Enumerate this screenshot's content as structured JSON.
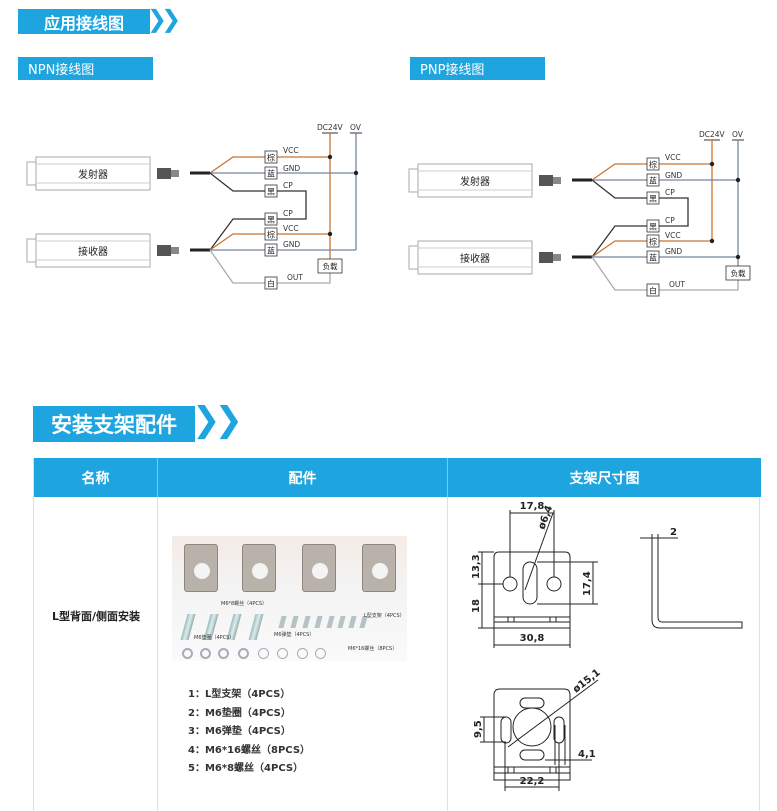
{
  "section1": {
    "title": "应用接线图"
  },
  "npn": {
    "title": "NPN接线图"
  },
  "pnp": {
    "title": "PNP接线图"
  },
  "diagram": {
    "emitter": "发射器",
    "receiver": "接收器",
    "dc24v": "DC24V",
    "ov": "OV",
    "wires": {
      "brown": "棕",
      "blue": "蓝",
      "black": "黑",
      "white": "白"
    },
    "signals": {
      "vcc": "VCC",
      "gnd": "GND",
      "cp": "CP",
      "out": "OUT"
    },
    "load": "负载",
    "colors": {
      "brown": "#c87533",
      "blue": "#7388a3",
      "black": "#333333",
      "white": "#aaaaaa"
    }
  },
  "section2": {
    "title": "安装支架配件"
  },
  "table": {
    "headers": [
      "名称",
      "配件",
      "支架尺寸图"
    ],
    "row": {
      "name": "L型背面/侧面安装",
      "photo_labels": [
        "M6*8螺丝（4PCS）",
        "L型支架（4PCS）",
        "M6垫圈（4PCS）",
        "M6弹垫（4PCS）",
        "M6*16螺丝（8PCS）"
      ],
      "parts": [
        "1：L型支架（4PCS）",
        "2：M6垫圈（4PCS）",
        "3：M6弹垫（4PCS）",
        "4：M6*16螺丝（8PCS）",
        "5：M6*8螺丝（4PCS）"
      ],
      "dims": {
        "d1": "17,8",
        "d2": "ø6,4",
        "d3": "13,3",
        "d4": "18",
        "d5": "17,4",
        "d6": "30,8",
        "d7": "2",
        "d8": "ø15,1",
        "d9": "9,5",
        "d10": "4,1",
        "d11": "22,2"
      }
    }
  },
  "accent": "#1ea5e0"
}
